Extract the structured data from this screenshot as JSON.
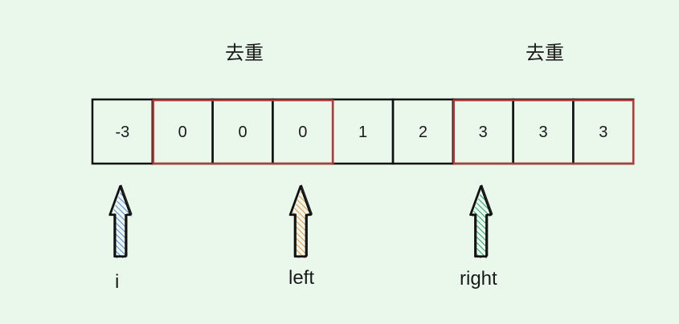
{
  "array": {
    "cells": [
      "-3",
      "0",
      "0",
      "0",
      "1",
      "2",
      "3",
      "3",
      "3"
    ]
  },
  "groups": [
    {
      "label": "去重",
      "start": 1,
      "end": 3
    },
    {
      "label": "去重",
      "start": 6,
      "end": 8
    }
  ],
  "pointers": [
    {
      "label": "i",
      "index": 0,
      "color": "#5b7fe0"
    },
    {
      "label": "left",
      "index": 3,
      "color": "#f0903a"
    },
    {
      "label": "right",
      "index": 6,
      "color": "#1f9e6a"
    }
  ],
  "colors": {
    "background": "#eaf8ec",
    "cell_border": "#111111",
    "group_border": "#b53a3a"
  }
}
